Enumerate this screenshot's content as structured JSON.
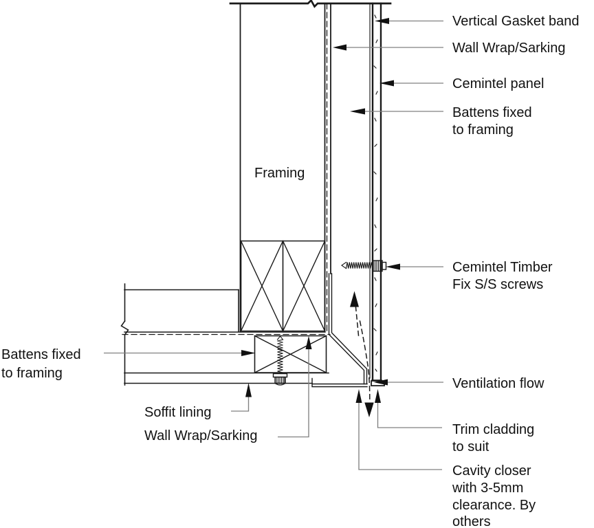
{
  "colors": {
    "background": "#ffffff",
    "ink": "#1a1a1a",
    "leader_line": "#808080",
    "arrow": "#111111"
  },
  "annotations": {
    "framing": "Framing",
    "vertical_gasket_band": "Vertical Gasket band",
    "wall_wrap_sarking_top": "Wall Wrap/Sarking",
    "cemintel_panel": "Cemintel panel",
    "battens_fixed_right_line1": "Battens fixed",
    "battens_fixed_right_line2": "to framing",
    "timber_fix_screws_line1": "Cemintel Timber",
    "timber_fix_screws_line2": "Fix S/S screws",
    "ventilation_flow": "Ventilation flow",
    "trim_cladding_line1": "Trim cladding",
    "trim_cladding_line2": "to suit",
    "cavity_closer_line1": "Cavity closer",
    "cavity_closer_line2": "with 3-5mm",
    "cavity_closer_line3": "clearance. By",
    "cavity_closer_line4": "others",
    "battens_fixed_left_line1": "Battens fixed",
    "battens_fixed_left_line2": "to framing",
    "soffit_lining": "Soffit lining",
    "wall_wrap_sarking_bottom": "Wall Wrap/Sarking"
  }
}
